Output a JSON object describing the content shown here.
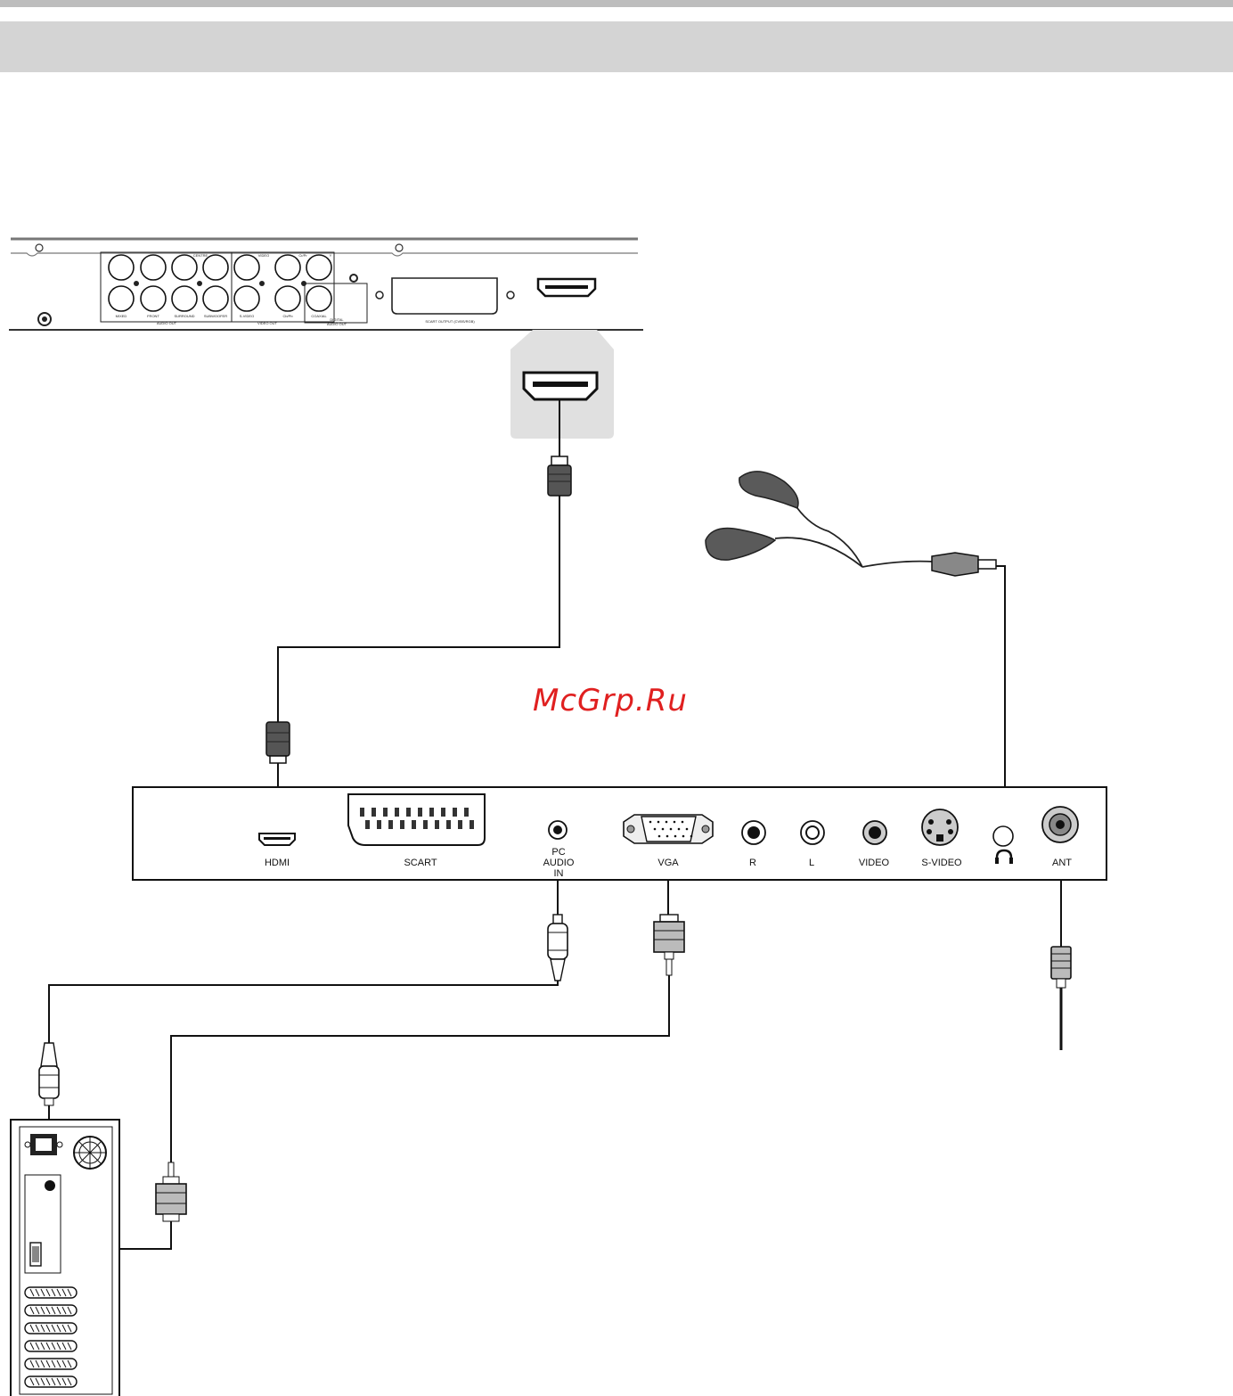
{
  "watermark": "McGrp.Ru",
  "tv_panel": {
    "ports": {
      "hdmi": "HDMI",
      "scart": "SCART",
      "pc_audio_line1": "PC",
      "pc_audio_line2": "AUDIO",
      "pc_audio_line3": "IN",
      "vga": "VGA",
      "r": "R",
      "l": "L",
      "video": "VIDEO",
      "s_video": "S-VIDEO",
      "ant": "ANT"
    }
  },
  "dvd_panel": {
    "labels": {
      "audio_out": "AUDIO OUT",
      "video_out": "VIDEO OUT",
      "digital_audio_out_1": "DIGITAL",
      "digital_audio_out_2": "AUDIO OUT",
      "scart_output": "SCART OUTPUT (CVBS/RGB)",
      "mixed": "MIXED",
      "front": "FRONT",
      "surround": "SURROUND",
      "subwoofer": "SUBWOOFER",
      "centre": "CENTRE",
      "video": "VIDEO",
      "s_video": "S-VIDEO",
      "cr_pr": "Cr/Pr",
      "cb_pb": "Cb/Pb",
      "y": "Y",
      "coaxial": "COAXIAL"
    }
  }
}
